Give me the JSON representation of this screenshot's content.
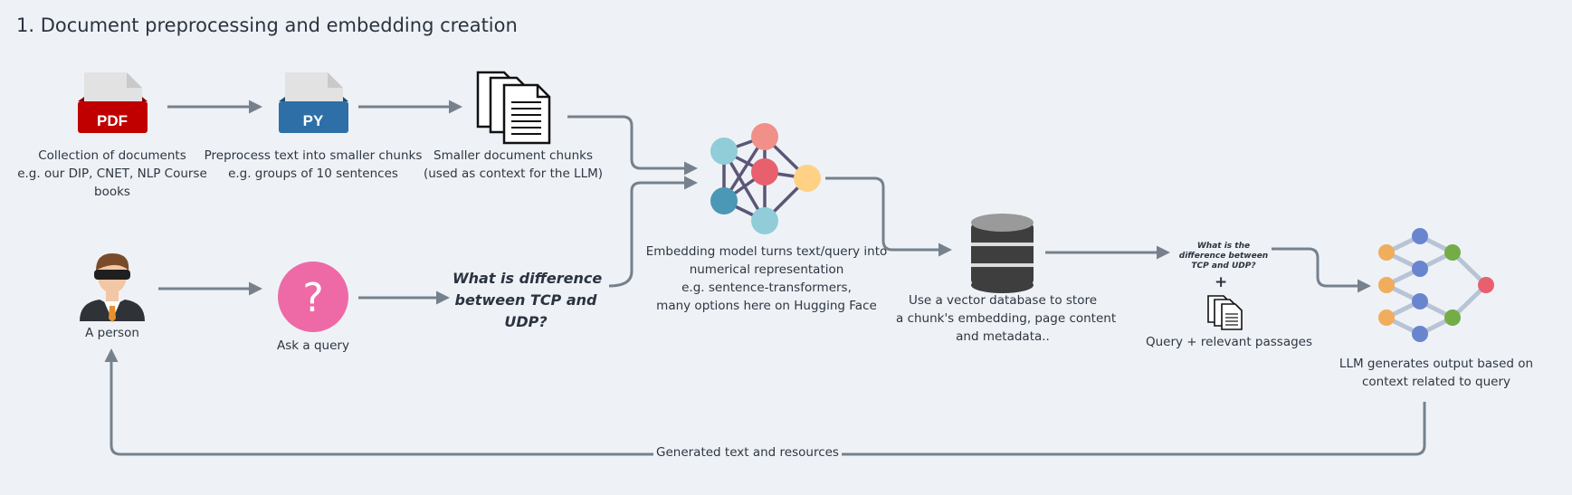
{
  "title": "1. Document preprocessing and embedding creation",
  "icons": {
    "pdf_text": "PDF",
    "py_text": "PY",
    "question_mark": "?",
    "pdf_color": "#c00000",
    "py_color": "#2e6fa7",
    "query_color": "#ee6aa7"
  },
  "labels": {
    "collection": [
      "Collection of documents",
      "e.g. our DIP, CNET, NLP Course",
      "books"
    ],
    "preprocess": [
      "Preprocess text into smaller chunks",
      "e.g. groups of 10 sentences"
    ],
    "chunks": [
      "Smaller document chunks",
      "(used as context for the LLM)"
    ],
    "embedding": [
      "Embedding model turns text/query into",
      "numerical representation",
      "e.g. sentence-transformers,",
      "many options here on Hugging Face"
    ],
    "vectordb": [
      "Use a vector database to store",
      "a chunk's embedding, page content",
      "and metadata.."
    ],
    "passages": "Query + relevant passages",
    "llm": [
      "LLM generates output based on",
      "context related to query"
    ],
    "person": "A person",
    "ask": "Ask a query",
    "feedback": "Generated text and resources"
  },
  "query_text": [
    "What is difference",
    "between TCP and",
    "UDP?"
  ],
  "mini_query": [
    "What is the",
    "difference between",
    "TCP and UDP?"
  ],
  "plus": "+"
}
